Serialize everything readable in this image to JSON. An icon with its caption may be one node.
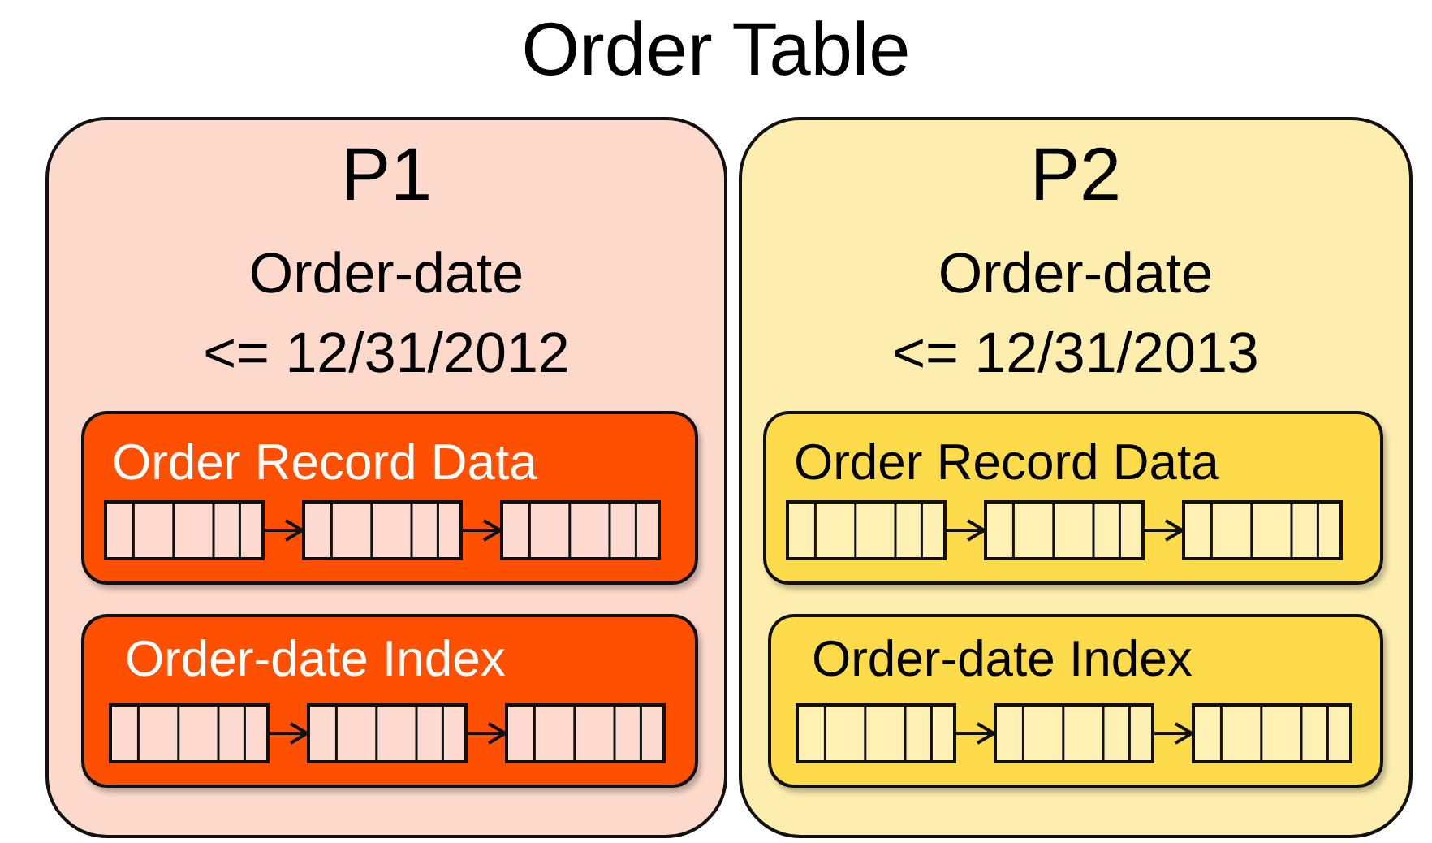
{
  "diagram": {
    "title": "Order Table",
    "nodes": [
      {
        "text": [
          "P1",
          "Order-date <= 12/31/2012"
        ]
      },
      {
        "text": [
          "Order Record Data"
        ],
        "in": 0
      },
      {
        "text": [],
        "shape": "box",
        "in": 1
      },
      {
        "text": [],
        "shape": "box",
        "in": 1
      },
      {
        "text": [],
        "shape": "box",
        "in": 1
      },
      {
        "text": [
          "Order-date Index"
        ],
        "in": 0
      },
      {
        "text": [],
        "shape": "box",
        "in": 5
      },
      {
        "text": [],
        "shape": "box",
        "in": 5
      },
      {
        "text": [],
        "shape": "box",
        "in": 5
      },
      {
        "text": [
          "P2",
          "Order-date <= 12/31/2013"
        ]
      },
      {
        "text": [
          "Order Record Data"
        ],
        "in": 9
      },
      {
        "text": [],
        "shape": "box",
        "in": 10
      },
      {
        "text": [],
        "shape": "box",
        "in": 10
      },
      {
        "text": [],
        "shape": "box",
        "in": 10
      },
      {
        "text": [
          "Order-date Index"
        ],
        "in": 9
      },
      {
        "text": [],
        "shape": "box",
        "in": 14
      },
      {
        "text": [],
        "shape": "box",
        "in": 14
      },
      {
        "text": [],
        "shape": "box",
        "in": 14
      }
    ],
    "edges": [
      {
        "from": 2,
        "to": 3,
        "arrow": "to"
      },
      {
        "from": 3,
        "to": 4,
        "arrow": "to"
      },
      {
        "from": 6,
        "to": 7,
        "arrow": "to"
      },
      {
        "from": 7,
        "to": 8,
        "arrow": "to"
      },
      {
        "from": 11,
        "to": 12,
        "arrow": "to"
      },
      {
        "from": 12,
        "to": 13,
        "arrow": "to"
      },
      {
        "from": 15,
        "to": 16,
        "arrow": "to"
      },
      {
        "from": 16,
        "to": 17,
        "arrow": "to"
      }
    ]
  }
}
